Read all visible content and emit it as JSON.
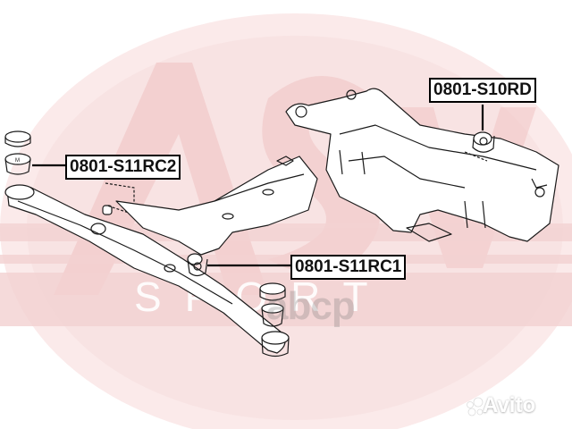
{
  "diagram": {
    "subject": "Rear suspension subframe with bushings",
    "callouts": [
      {
        "id": "s10rd",
        "label": "0801-S10RD"
      },
      {
        "id": "s11rc2",
        "label": "0801-S11RC2"
      },
      {
        "id": "s11rc1",
        "label": "0801-S11RC1"
      }
    ]
  },
  "watermarks": {
    "brand_logo": "ASVA",
    "brand_subtitle": "SPORT",
    "abcp": "abcp",
    "avito": "Avito"
  },
  "colors": {
    "background": "#ffffff",
    "logo_tint": "#f6dede",
    "logo_accent": "#e8b4b4",
    "line": "#1a1a1a",
    "label_border": "#000000"
  }
}
